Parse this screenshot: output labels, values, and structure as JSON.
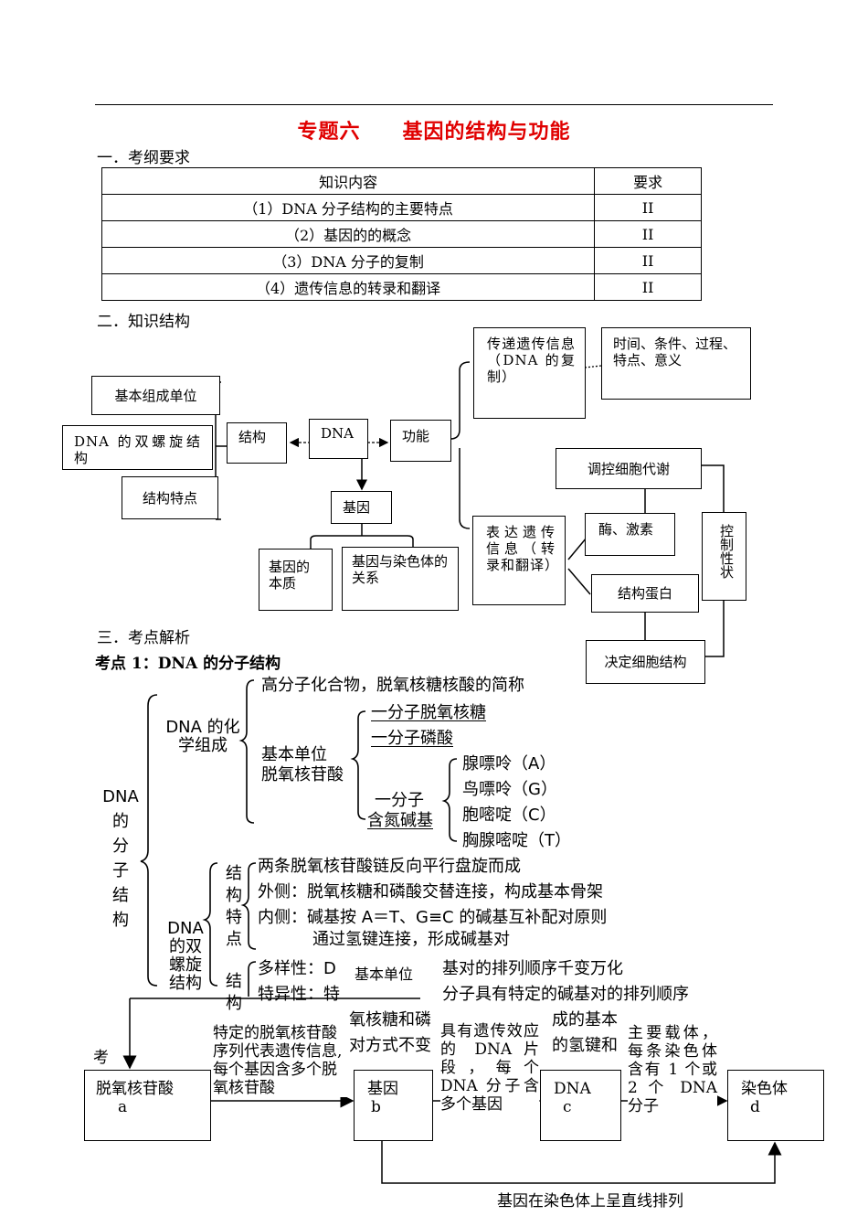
{
  "page": {
    "title": "专题六　　基因的结构与功能",
    "sec1": "一．考纲要求",
    "sec2": "二．知识结构",
    "sec3": "三．考点解析",
    "kaodian1": "考点 1：DNA 的分子结构",
    "kao_fragment": "考"
  },
  "table": {
    "headers": [
      "知识内容",
      "要求"
    ],
    "rows": [
      [
        "（1）DNA 分子结构的主要特点",
        "II"
      ],
      [
        "（2）基因的的概念",
        "II"
      ],
      [
        "（3）DNA 分子的复制",
        "II"
      ],
      [
        "（4）遗传信息的转录和翻译",
        "II"
      ]
    ]
  },
  "concept_map": {
    "jiben": "基本组成单位",
    "shuangluo": "DNA 的双螺旋结构",
    "tedian": "结构特点",
    "jiegou": "结构",
    "dna": "DNA",
    "gongneng": "功能",
    "jiyin": "基因",
    "benzhi": "基因的本质",
    "guanxi": "基因与染色体的关系",
    "chuandi": "传递遗传信息（DNA 的复制）",
    "shijian": "时间、条件、过程、特点、意义",
    "tiaokong": "调控细胞代谢",
    "meijisu": "酶、激素",
    "biaoda": "表达遗传信息（转录和翻译）",
    "kongzhi": "控制性状",
    "danbai": "结构蛋白",
    "jueding": "决定细胞结构"
  },
  "handwritten": {
    "root": [
      "DNA",
      "的",
      "分",
      "子",
      "结",
      "构"
    ],
    "chem": "DNA 的化学组成",
    "gao": "高分子化合物，脱氧核糖核酸的简称",
    "jb1": "基本单位",
    "jb2": "脱氧核苷酸",
    "tang": "一分子脱氧核糖",
    "linsuan": "一分子磷酸",
    "yf": "一分子",
    "hanjian": "含氮碱基",
    "bases": [
      "腺嘌呤（A）",
      "鸟嘌呤（G）",
      "胞嘧啶（C）",
      "胸腺嘧啶（T）"
    ],
    "helix": "DNA 的双螺旋结构",
    "jgtd": [
      "结",
      "构",
      "特",
      "点"
    ],
    "liangtiao": "两条脱氧核苷酸链反向平行盘旋而成",
    "waice": "外侧：脱氧核糖和磷酸交替连接，构成基本骨架",
    "neice": "内侧：碱基按 A＝T、G≡C 的碱基互补配对原则",
    "tongguo": "通过氢键连接，形成碱基对",
    "jg2": [
      "结",
      "构"
    ],
    "duoyang": "多样性：D",
    "duoyang2": "基对的排列顺序千变万化",
    "teyi": "特异性：特",
    "teyi2": "分子具有特定的碱基对的排列顺序",
    "row3a": "氧核糖和磷",
    "row3b": "成的基本",
    "row4a": "对方式不变",
    "row4b": "的氢键和"
  },
  "flow": {
    "a_label": "脱氧核苷酸",
    "a_letter": "a",
    "b_label": "基因",
    "b_letter": "b",
    "c_label": "DNA",
    "c_letter": "c",
    "d_label": "染色体",
    "d_letter": "d",
    "jiben_danwei": "基本单位",
    "t_ab": "特定的脱氧核苷酸序列代表遗传信息,每个基因含多个脱氧核苷酸",
    "t_bc": "具有遗传效应的 DNA 片段，每个 DNA 分子含多个基因",
    "t_cd": "主要载体，每条染色体含有 1 个或 2 个 DNA 分子",
    "bottom": "基因在染色体上呈直线排列"
  }
}
